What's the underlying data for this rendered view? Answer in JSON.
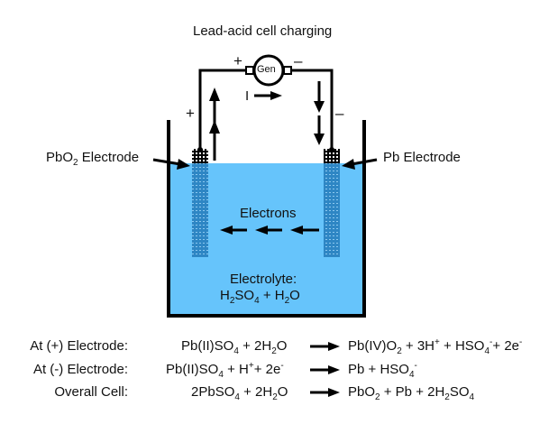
{
  "title": "Lead-acid cell charging",
  "colors": {
    "electrolyte": "#66c4fb",
    "electrode": "#2e86c4",
    "line": "#000000"
  },
  "circuit": {
    "generator_label": "Gen",
    "gen_plus": "+",
    "gen_minus": "–",
    "left_wire_sign": "+",
    "right_wire_sign": "–",
    "current_label": "I"
  },
  "electrodes": {
    "left_label_main": "PbO",
    "left_label_sub": "2",
    "left_label_rest": " Electrode",
    "right_label": "Pb Electrode"
  },
  "cell": {
    "electrons_label": "Electrons",
    "electrolyte_label": "Electrolyte:",
    "electrolyte_formula": {
      "p1": "H",
      "s1": "2",
      "p2": "SO",
      "s2": "4",
      "p3": " + H",
      "s3": "2",
      "p4": "O"
    }
  },
  "equations": [
    {
      "label": "At (+) Electrode:",
      "reactants": {
        "p1": "Pb(II)SO",
        "s1": "4",
        "p2": " + 2H",
        "s2": "2",
        "p3": "O"
      },
      "products": {
        "p1": "Pb(IV)O",
        "s1": "2",
        "p2": " + 3H",
        "sup1": "+",
        "p3": " + HSO",
        "s3": "4",
        "sup2": "-",
        "p4": "+ 2e",
        "sup3": "-"
      }
    },
    {
      "label": "At (-) Electrode:",
      "reactants": {
        "p1": "Pb(II)SO",
        "s1": "4",
        "p2": " + H",
        "sup1": "+",
        "p3": "+ 2e",
        "sup2": "-"
      },
      "products": {
        "p1": "Pb + HSO",
        "s1": "4",
        "sup1": "-"
      }
    },
    {
      "label": "Overall Cell:",
      "reactants": {
        "p1": "2PbSO",
        "s1": "4",
        "p2": " + 2H",
        "s2": "2",
        "p3": "O"
      },
      "products": {
        "p1": "PbO",
        "s1": "2",
        "p2": " + Pb + 2H",
        "s2": "2",
        "p3": "SO",
        "s3": "4"
      }
    }
  ]
}
